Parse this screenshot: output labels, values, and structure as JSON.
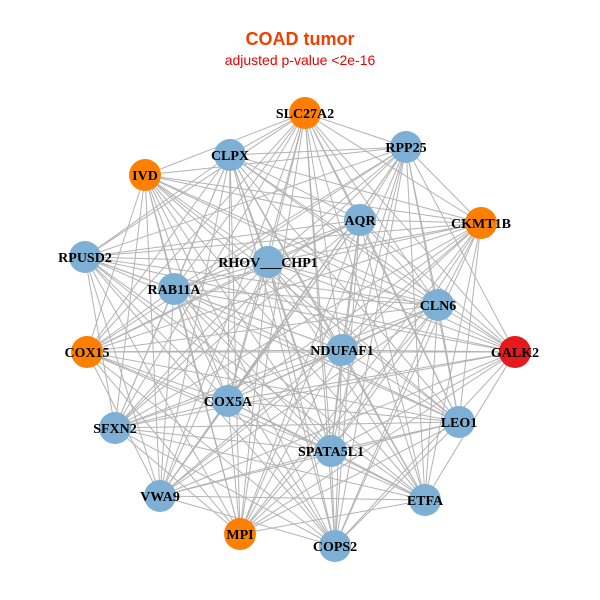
{
  "header": {
    "title": "COAD tumor",
    "subtitle": "adjusted p-value <2e-16",
    "title_color": "#ee4000",
    "subtitle_color": "#ee0000"
  },
  "colors": {
    "default": "#7eb0d5",
    "highlight": "#ff7f00",
    "focus": "#e41a1c",
    "edge": "#b3b3b3"
  },
  "nodes": [
    {
      "id": "SLC27A2",
      "group": "highlight"
    },
    {
      "id": "CLPX",
      "group": "default"
    },
    {
      "id": "RPP25",
      "group": "default"
    },
    {
      "id": "IVD",
      "group": "highlight"
    },
    {
      "id": "AQR",
      "group": "default"
    },
    {
      "id": "CKMT1B",
      "group": "highlight"
    },
    {
      "id": "RPUSD2",
      "group": "default"
    },
    {
      "id": "RHOV___CHP1",
      "group": "default"
    },
    {
      "id": "RAB11A",
      "group": "default"
    },
    {
      "id": "CLN6",
      "group": "default"
    },
    {
      "id": "COX15",
      "group": "highlight"
    },
    {
      "id": "NDUFAF1",
      "group": "default"
    },
    {
      "id": "GALK2",
      "group": "focus"
    },
    {
      "id": "COX5A",
      "group": "default"
    },
    {
      "id": "SFXN2",
      "group": "default"
    },
    {
      "id": "LEO1",
      "group": "default"
    },
    {
      "id": "SPATA5L1",
      "group": "default"
    },
    {
      "id": "VWA9",
      "group": "default"
    },
    {
      "id": "ETFA",
      "group": "default"
    },
    {
      "id": "MPI",
      "group": "highlight"
    },
    {
      "id": "COPS2",
      "group": "default"
    }
  ],
  "missing_edges": [
    [
      "IVD",
      "RPUSD2"
    ],
    [
      "GALK2",
      "LEO1"
    ],
    [
      "LEO1",
      "ETFA"
    ],
    [
      "ETFA",
      "COPS2"
    ],
    [
      "MPI",
      "COPS2"
    ],
    [
      "COX15",
      "SFXN2"
    ],
    [
      "SFXN2",
      "VWA9"
    ],
    [
      "VWA9",
      "MPI"
    ],
    [
      "CKMT1B",
      "GALK2"
    ],
    [
      "RPUSD2",
      "COX15"
    ],
    [
      "IVD",
      "CLPX"
    ]
  ]
}
